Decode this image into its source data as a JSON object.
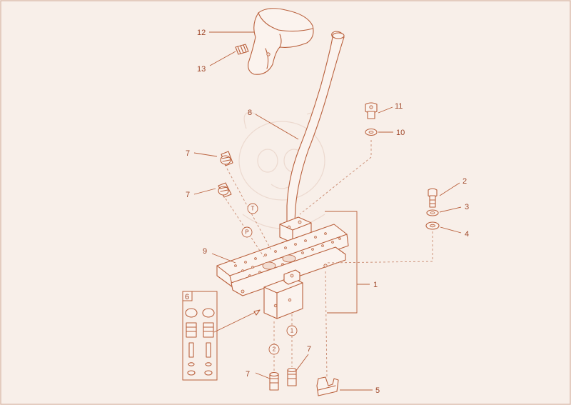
{
  "callouts": {
    "p1": "1",
    "p2": "2",
    "p3": "3",
    "p4": "4",
    "p5": "5",
    "p6": "6",
    "p7": "7",
    "p8": "8",
    "p9": "9",
    "p10": "10",
    "p11": "11",
    "p12": "12",
    "p13": "13"
  },
  "port_labels": {
    "tank": "T",
    "pressure": "P",
    "port_1": "1",
    "port_2": "2"
  },
  "colors": {
    "line": "#b9603c",
    "background": "#f8efe9"
  }
}
